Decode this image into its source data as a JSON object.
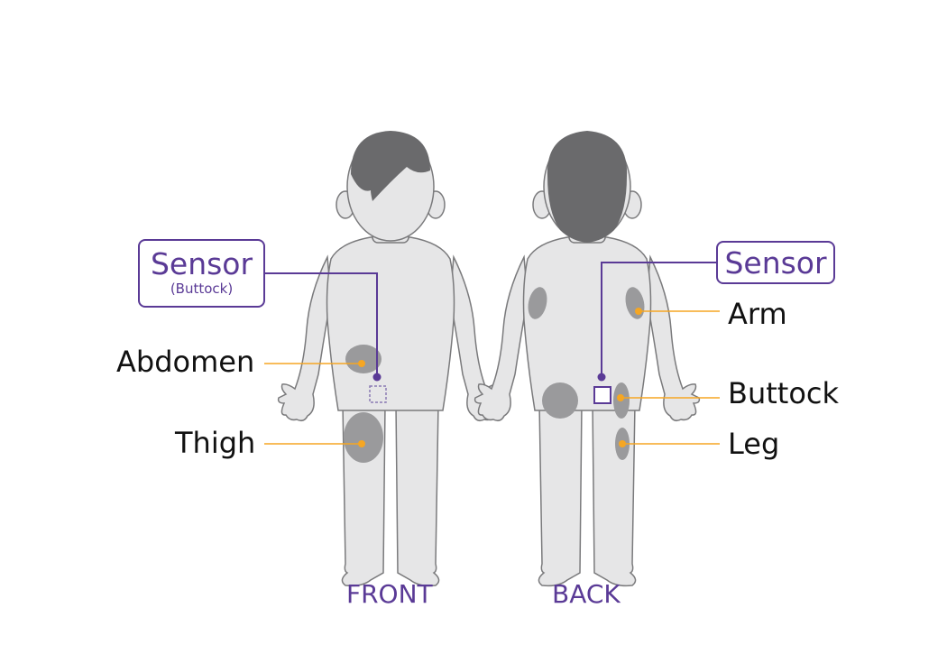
{
  "colors": {
    "body": "#e6e6e7",
    "outline": "#7a7a7c",
    "hair": "#6a6a6c",
    "site_patch": "#9a9a9c",
    "leader_line": "#f5a623",
    "accent": "#5a3a96",
    "label_text": "#111111"
  },
  "views": {
    "front_label": "FRONT",
    "back_label": "BACK"
  },
  "front": {
    "sensor_title": "Sensor",
    "sensor_sub": "(Buttock)",
    "sites": [
      {
        "id": "abdomen",
        "label": "Abdomen"
      },
      {
        "id": "thigh",
        "label": "Thigh"
      }
    ]
  },
  "back": {
    "sensor_title": "Sensor",
    "sites": [
      {
        "id": "arm",
        "label": "Arm"
      },
      {
        "id": "buttock",
        "label": "Buttock"
      },
      {
        "id": "leg",
        "label": "Leg"
      }
    ]
  }
}
